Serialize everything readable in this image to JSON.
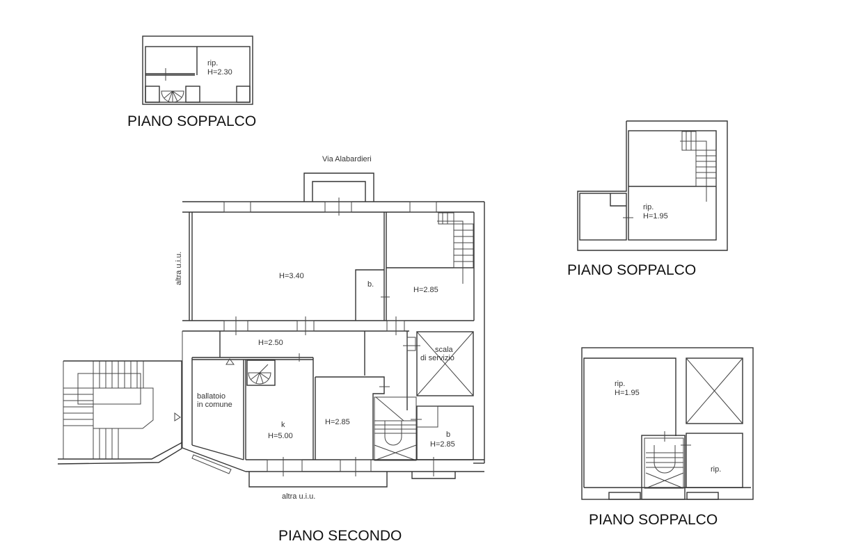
{
  "drawing": {
    "type": "architectural floor plan",
    "stroke_color": "#333333",
    "background": "#ffffff"
  },
  "plans": {
    "soppalco_top_left": {
      "title": "PIANO SOPPALCO",
      "rooms": [
        {
          "label": "rip.",
          "height": "H=2.30"
        }
      ]
    },
    "soppalco_right_top": {
      "title": "PIANO SOPPALCO",
      "rooms": [
        {
          "label": "rip.",
          "height": "H=1.95"
        }
      ]
    },
    "soppalco_right_bottom": {
      "title": "PIANO SOPPALCO",
      "rooms": [
        {
          "label": "rip.",
          "height": "H=1.95"
        },
        {
          "label": "rip.",
          "height": ""
        }
      ]
    },
    "secondo": {
      "title": "PIANO SECONDO",
      "street": "Via Alabardieri",
      "neighbor_left": "altra u.i.u.",
      "neighbor_bottom": "altra u.i.u.",
      "rooms": [
        {
          "label": "",
          "height": "H=3.40"
        },
        {
          "label": "b.",
          "height": ""
        },
        {
          "label": "",
          "height": "H=2.85"
        },
        {
          "label": "",
          "height": "H=2.50"
        },
        {
          "label": "scala",
          "sublabel": "di servizio"
        },
        {
          "label": "ballatoio",
          "sublabel": "in comune"
        },
        {
          "label": "k",
          "height": "H=5.00"
        },
        {
          "label": "",
          "height": "H=2.85"
        },
        {
          "label": "b",
          "height": "H=2.85"
        }
      ]
    }
  }
}
